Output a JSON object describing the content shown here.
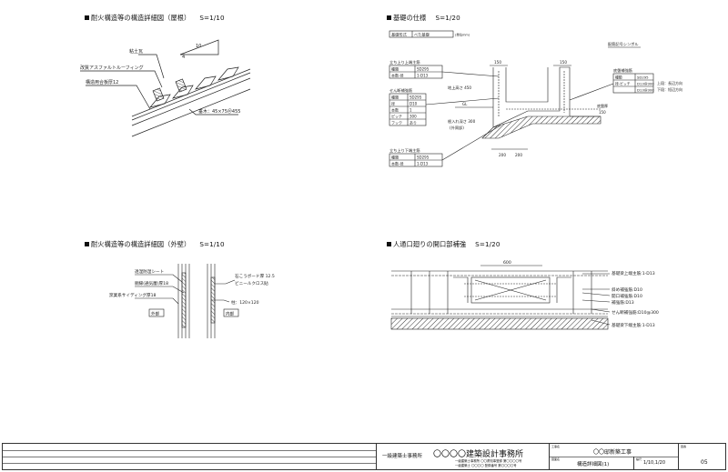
{
  "sections": {
    "roof": {
      "title": "耐火構造等の構造詳細図（屋根）",
      "scale": "S=1/10"
    },
    "found": {
      "title": "基礎の仕様",
      "scale": "S=1/20"
    },
    "wall": {
      "title": "耐火構造等の構造詳細図（外壁）",
      "scale": "S=1/10"
    },
    "access": {
      "title": "人通口廻りの開口部補強",
      "scale": "S=1/20"
    }
  },
  "roof": {
    "slope_run": "10",
    "slope_rise": "4",
    "labels": [
      "粘土瓦",
      "改質アスファルトルーフィング",
      "構造用合板厚12",
      "垂木：45×75＠455"
    ]
  },
  "found": {
    "type_table": [
      "基礎形式",
      "べた基礎"
    ],
    "unit": "(単位mm)",
    "top_bar": {
      "head": "立ち上り上端主筋",
      "rows": [
        [
          "種類",
          "SD295"
        ],
        [
          "本数-径",
          "1-D13"
        ]
      ]
    },
    "shear": {
      "head": "せん断補強筋",
      "rows": [
        [
          "種類",
          "SD295"
        ],
        [
          "径",
          "D10"
        ],
        [
          "本数",
          "1"
        ],
        [
          "ピッチ",
          "300"
        ],
        [
          "フック",
          "あり"
        ]
      ]
    },
    "bottom_bar": {
      "head": "立ち上り下端主筋",
      "rows": [
        [
          "種類",
          "SD295"
        ],
        [
          "本数-径",
          "1-D13"
        ]
      ]
    },
    "rebar_symbol": "配筋記号シンボル",
    "slab": {
      "head": "底盤補強筋",
      "rows": [
        [
          "種類",
          "SD295"
        ],
        [
          "径-ピッチ",
          "D13@300"
        ],
        [
          "",
          "D13@300"
        ]
      ]
    },
    "slab_notes": [
      "上段：長辺方向",
      "下段：短辺方向"
    ],
    "dims": [
      "150",
      "150",
      "200",
      "200",
      "150"
    ],
    "labels": [
      "地上高さ 450",
      "GL",
      "根入れ深さ 300",
      "(外周部)",
      "底盤厚"
    ]
  },
  "wall": {
    "left_labels": [
      "透湿防湿シート",
      "胴縁(通気層)厚18",
      "窯業系サイディング厚18"
    ],
    "right_labels": [
      "石こうボード厚 12.5",
      "ビニールクロス貼",
      "柱：120×120"
    ],
    "outside": "外部",
    "inside": "内部"
  },
  "access": {
    "width": "600",
    "labels": [
      "基礎梁上端主筋:1-D13",
      "斜め補強筋:D10",
      "開口補強筋:D10",
      "補強筋:D13",
      "せん断補強筋:D10@300",
      "基礎梁下端主筋:1-D13"
    ]
  },
  "titleblock": {
    "office_label": "一級建築士事務所",
    "office_name": "〇〇〇〇建築設計事務所",
    "office_sub1": "一級建築士事務所 〇〇県知事登録 第〇〇〇〇号",
    "office_sub2": "一級建築士 〇〇〇〇 登録番号 第〇〇〇〇号",
    "project": "〇〇邸新築工事",
    "drawing": "構造詳細図(1)",
    "scale": "1/10,1/20",
    "sheet_no": "05",
    "small_labels": [
      "工事名",
      "図面名",
      "縮尺",
      "図番"
    ]
  }
}
